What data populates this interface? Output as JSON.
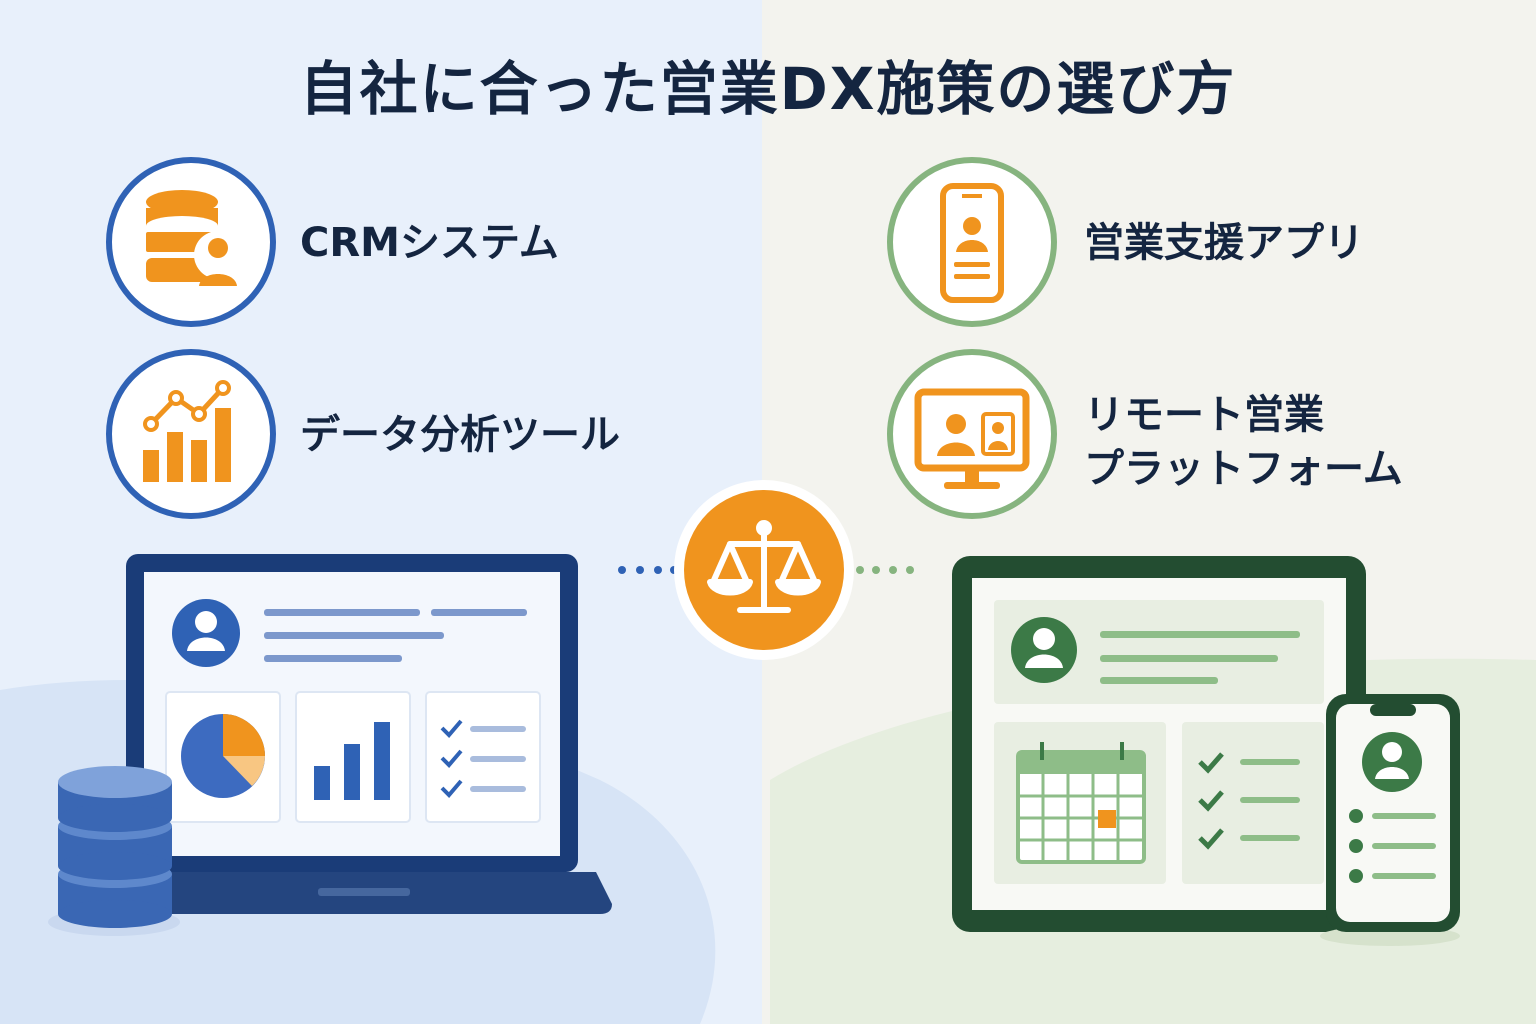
{
  "title": "自社に合った営業DX施策の選び方",
  "left": {
    "items": [
      {
        "label": "CRMシステム",
        "icon": "database-user-icon"
      },
      {
        "label": "データ分析ツール",
        "icon": "bar-chart-trend-icon"
      }
    ],
    "accent": "#2f62b5"
  },
  "right": {
    "items": [
      {
        "label": "営業支援アプリ",
        "icon": "smartphone-profile-icon"
      },
      {
        "label_line1": "リモート営業",
        "label_line2": "プラットフォーム",
        "icon": "video-conference-icon"
      }
    ],
    "accent": "#5e9a60"
  },
  "center_icon": "balance-scale-icon",
  "colors": {
    "orange": "#f0941e",
    "navy": "#142540",
    "blue": "#2f62b5",
    "green": "#2f6b3c"
  }
}
